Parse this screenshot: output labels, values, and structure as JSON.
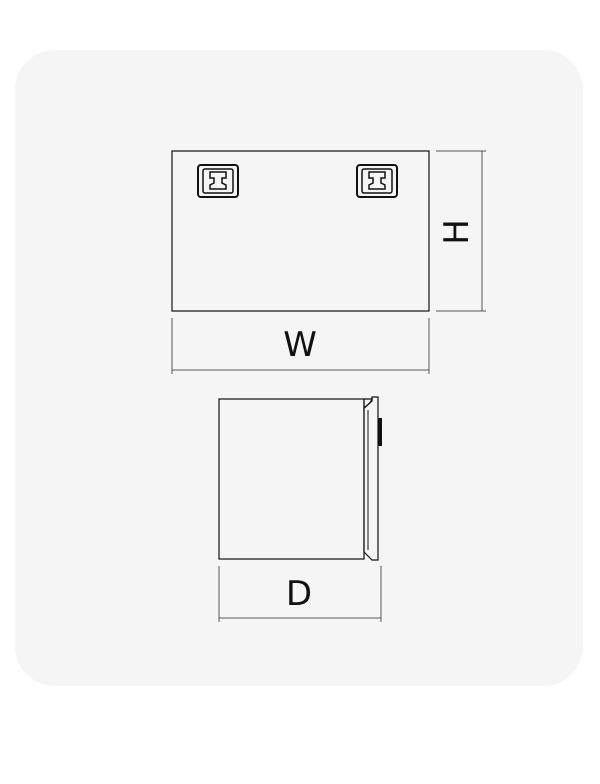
{
  "diagram": {
    "labels": {
      "width": "W",
      "height": "H",
      "depth": "D"
    },
    "icons": {
      "handle_left": "recessed-handle-icon",
      "handle_right": "recessed-handle-icon"
    },
    "colors": {
      "card_background": "#f5f5f5",
      "line": "#111111",
      "dimension_line": "#555555"
    }
  }
}
